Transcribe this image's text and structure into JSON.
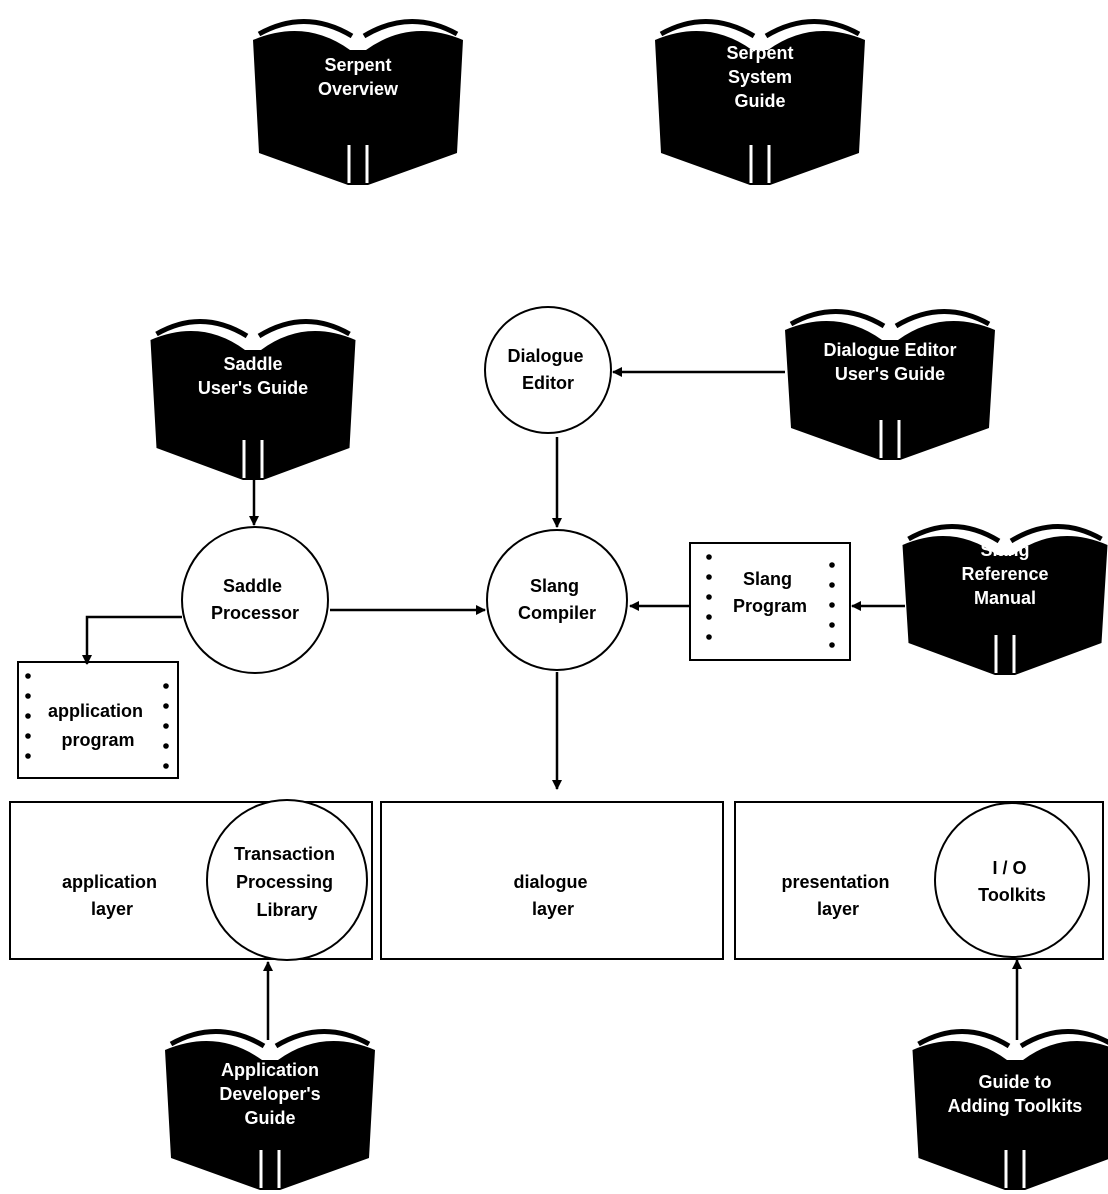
{
  "colors": {
    "ink": "#000000",
    "paper": "#ffffff",
    "book_text": "#ffffff"
  },
  "books": {
    "serpent_overview": [
      "Serpent",
      "Overview"
    ],
    "serpent_system_guide": [
      "Serpent",
      "System",
      "Guide"
    ],
    "saddle_users_guide": [
      "Saddle",
      "User's Guide"
    ],
    "dialogue_editor_users_guide": [
      "Dialogue Editor",
      "User's Guide"
    ],
    "slang_reference_manual": [
      "Slang",
      "Reference",
      "Manual"
    ],
    "application_developers_guide": [
      "Application",
      "Developer's",
      "Guide"
    ],
    "guide_to_adding_toolkits": [
      "Guide to",
      "Adding Toolkits"
    ]
  },
  "processes": {
    "dialogue_editor": [
      "Dialogue",
      "Editor"
    ],
    "saddle_processor": [
      "Saddle",
      "Processor"
    ],
    "slang_compiler": [
      "Slang",
      "Compiler"
    ]
  },
  "documents": {
    "slang_program": [
      "Slang",
      "Program"
    ],
    "application_program": [
      "application",
      "program"
    ]
  },
  "layers": {
    "application": [
      "application",
      "layer"
    ],
    "dialogue": [
      "dialogue",
      "layer"
    ],
    "presentation": [
      "presentation",
      "layer"
    ]
  },
  "components": {
    "transaction_processing_library": [
      "Transaction",
      "Processing",
      "Library"
    ],
    "io_toolkits": [
      "I / O",
      "Toolkits"
    ]
  }
}
